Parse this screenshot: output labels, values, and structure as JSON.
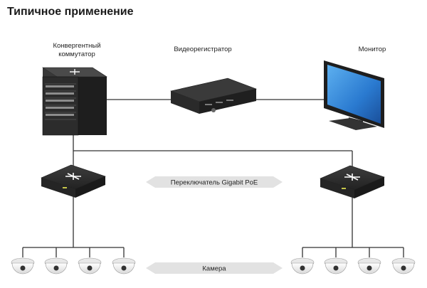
{
  "title": "Типичное применение",
  "labels": {
    "converged_switch": "Конвергентный коммутатор",
    "dvr": "Видеорегистратор",
    "monitor": "Монитор",
    "poe_switch": "Переключатель Gigabit PoE",
    "camera": "Камера"
  },
  "icons": {
    "converged_switch": "converged-switch-icon",
    "dvr": "dvr-icon",
    "monitor": "monitor-icon",
    "poe_switch": "poe-switch-icon",
    "camera": "dome-camera-icon"
  },
  "colors": {
    "line": "#333333",
    "band": "#e2e2e2",
    "device_dark": "#2a2a2a",
    "screen": "#2d7fd0"
  }
}
